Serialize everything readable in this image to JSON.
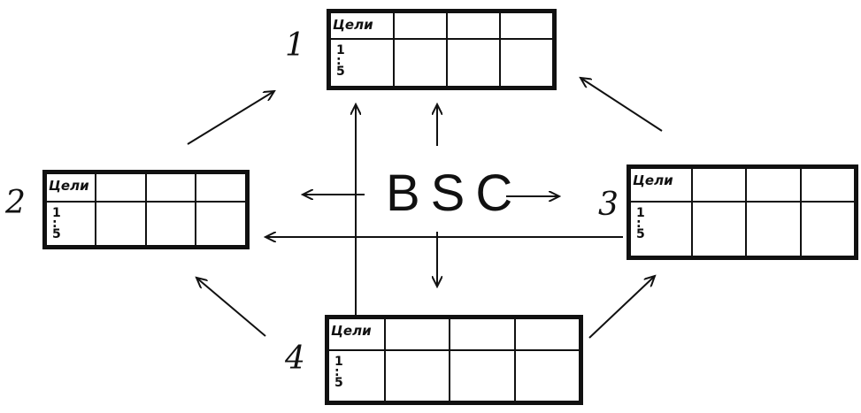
{
  "center_label": "BSC",
  "tables": [
    {
      "number": "1",
      "header": "Цели",
      "range_top": "1",
      "range_dots": ":",
      "range_bottom": "5"
    },
    {
      "number": "2",
      "header": "Цели",
      "range_top": "1",
      "range_dots": ":",
      "range_bottom": "5"
    },
    {
      "number": "3",
      "header": "Цели",
      "range_top": "1",
      "range_dots": ":",
      "range_bottom": "5"
    },
    {
      "number": "4",
      "header": "Цели",
      "range_top": "1",
      "range_dots": ":",
      "range_bottom": "5"
    }
  ]
}
